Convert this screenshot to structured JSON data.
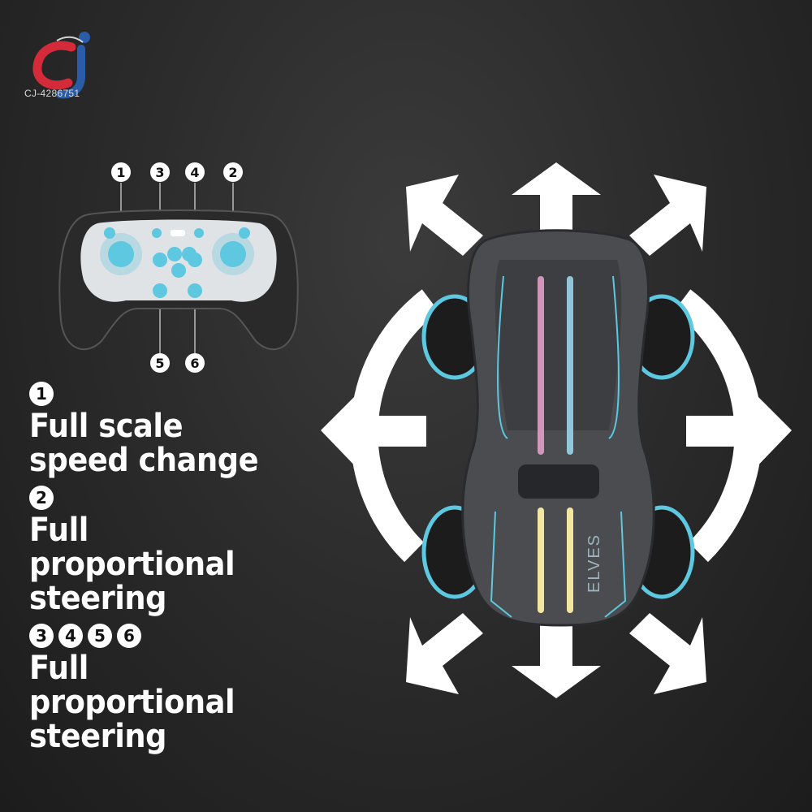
{
  "logo": {
    "code": "CJ-4286751"
  },
  "controller": {
    "callouts_top": [
      "1",
      "3",
      "4",
      "2"
    ],
    "callouts_bottom": [
      "5",
      "6"
    ]
  },
  "features": [
    {
      "badges": [
        "1"
      ],
      "text": "Full scale speed change"
    },
    {
      "badges": [
        "2"
      ],
      "text": "Full proportional steering"
    },
    {
      "badges": [
        "3",
        "4",
        "5",
        "6"
      ],
      "text": "Full proportional steering"
    }
  ],
  "car": {
    "brand": "ELVES"
  },
  "colors": {
    "accent_cyan": "#5ec8e0",
    "logo_red": "#d42a3a",
    "logo_blue": "#2a5ca8"
  }
}
